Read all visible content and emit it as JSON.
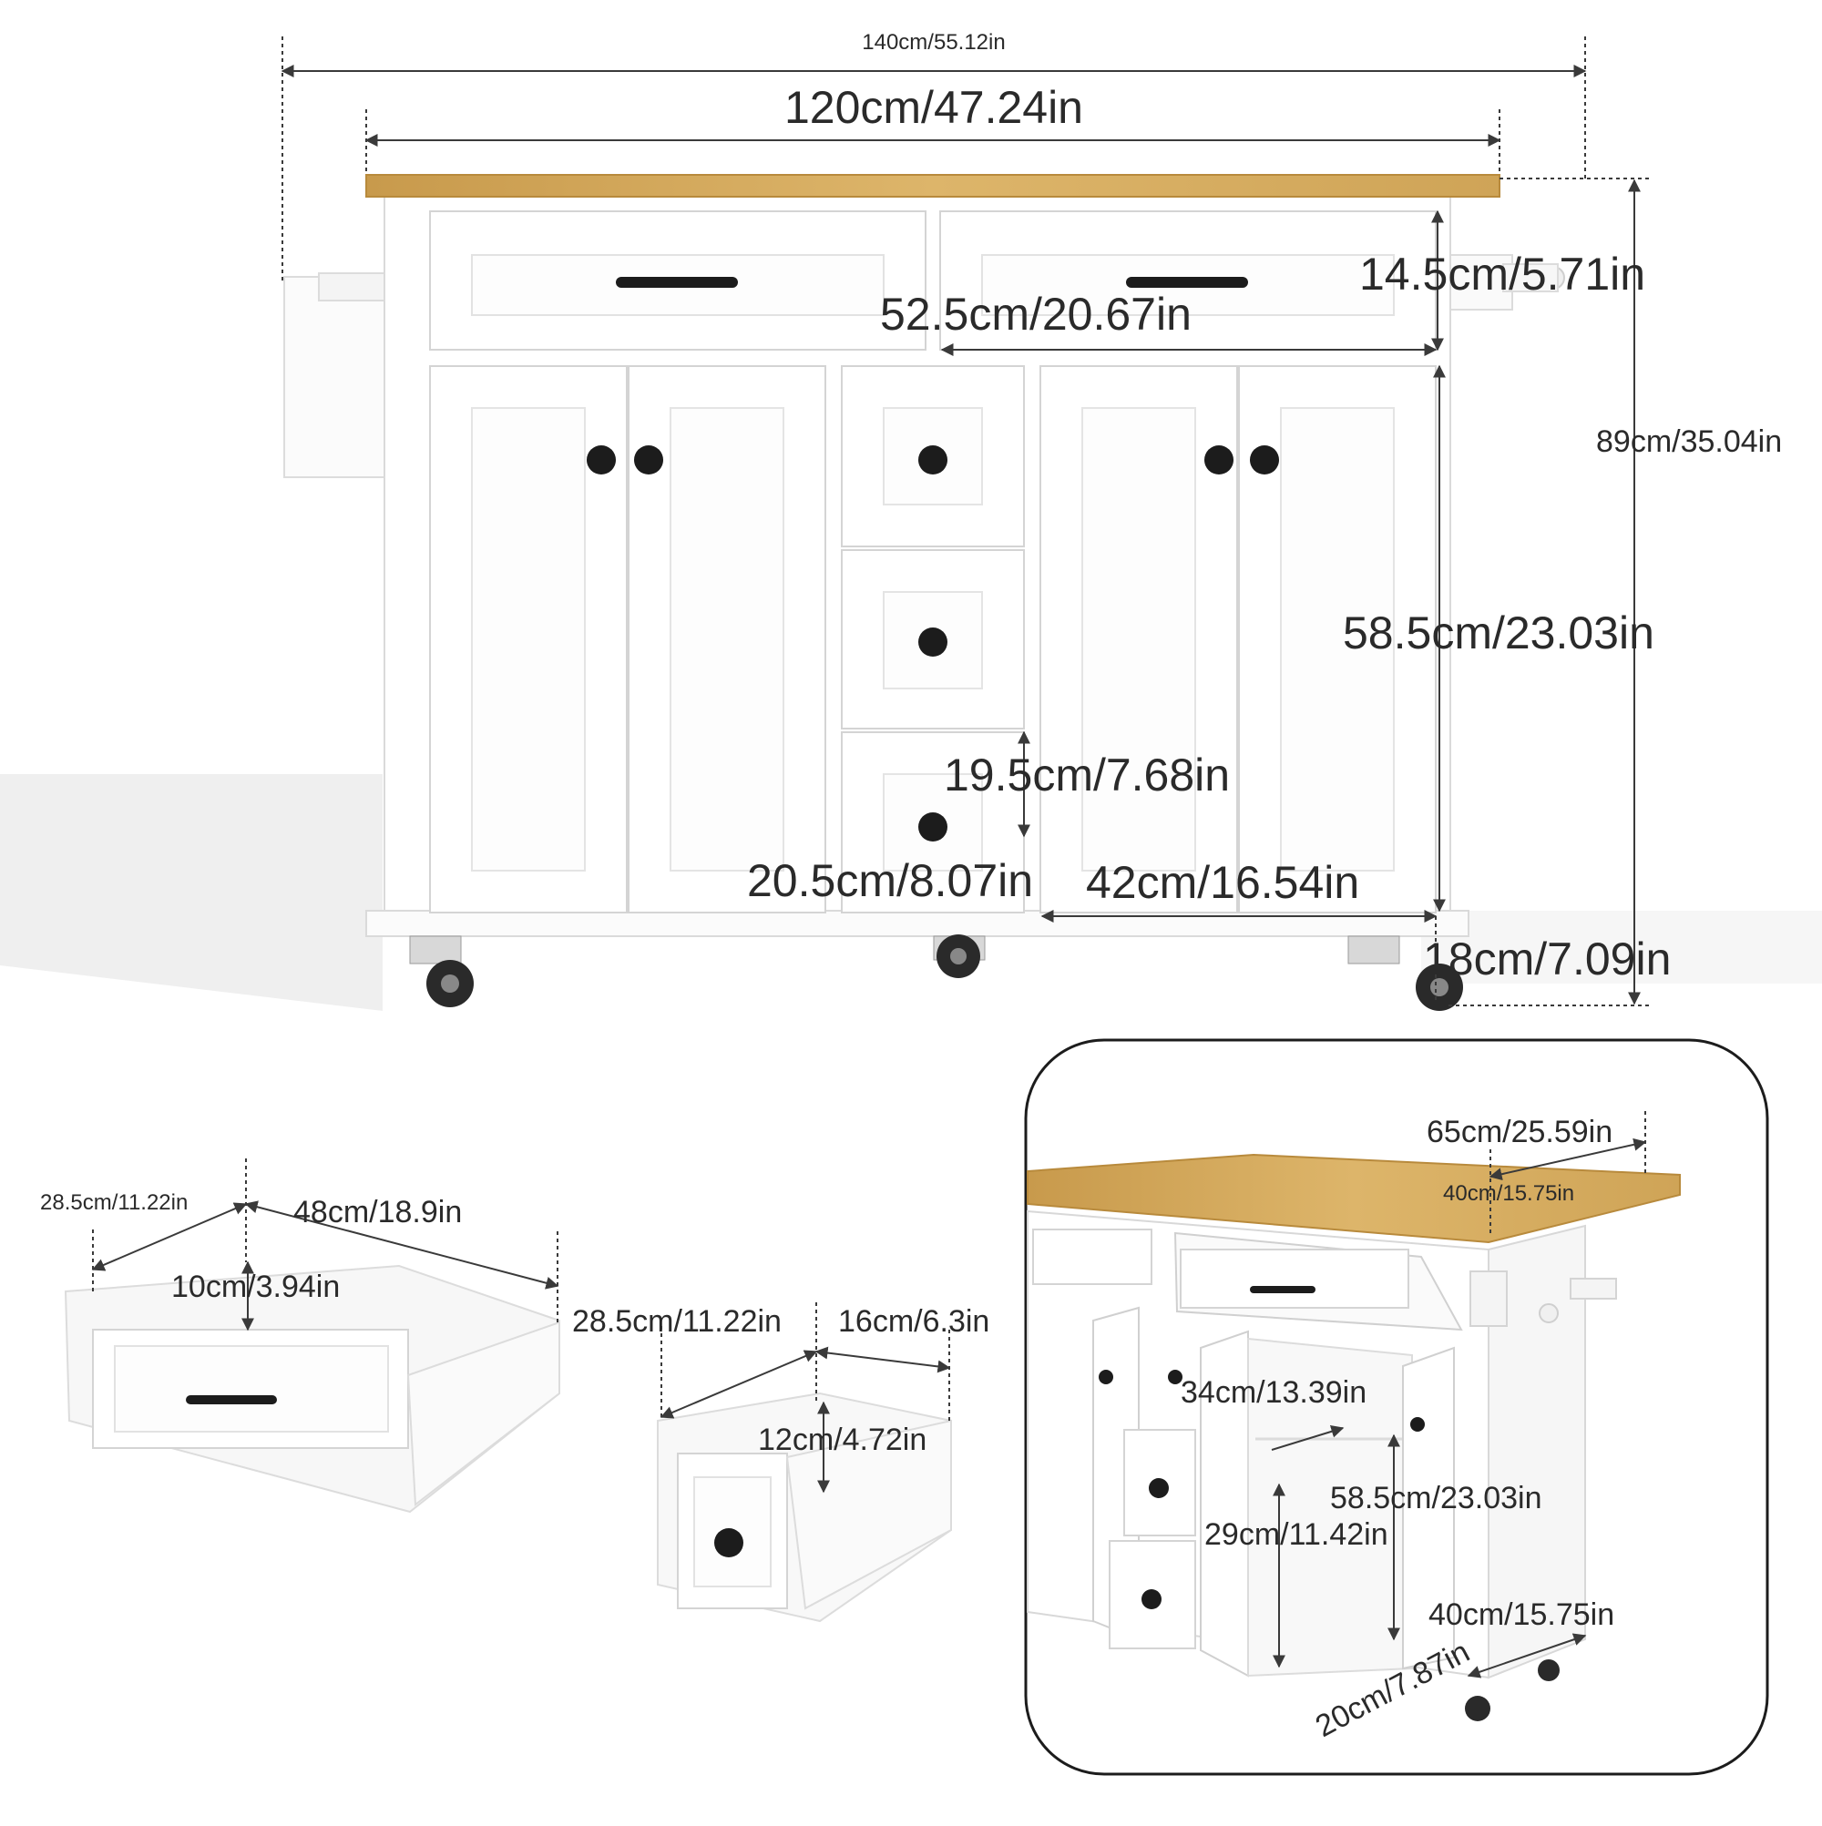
{
  "colors": {
    "cabinet": "#ffffff",
    "cabinet_edge": "#d8d8d8",
    "wood_top": "#d6ad62",
    "wood_edge": "#b88a3c",
    "hardware": "#1c1c1c",
    "dimension_line": "#3a3a3a",
    "shadow": "#eeeeee"
  },
  "icons": [
    "cabinet-icon",
    "drawer-icon",
    "caster-wheel-icon",
    "towel-rack-icon",
    "spice-rack-icon"
  ],
  "main_view": {
    "overall_width": "140cm/55.12in",
    "top_width": "120cm/47.24in",
    "drawer_height": "14.5cm/5.71in",
    "drawer_width": "52.5cm/20.67in",
    "total_height": "89cm/35.04in",
    "cabinet_height": "58.5cm/23.03in",
    "small_drawer_height": "19.5cm/7.68in",
    "small_drawer_width": "20.5cm/8.07in",
    "cabinet_width": "42cm/16.54in",
    "ground_clearance": "18cm/7.09in"
  },
  "large_drawer": {
    "depth": "28.5cm/11.22in",
    "width": "48cm/18.9in",
    "height": "10cm/3.94in"
  },
  "small_drawer": {
    "depth": "28.5cm/11.22in",
    "width": "16cm/6.3in",
    "height": "12cm/4.72in"
  },
  "inset": {
    "depth_extended": "65cm/25.59in",
    "depth": "40cm/15.75in",
    "shelf_depth": "34cm/13.39in",
    "cabinet_height": "58.5cm/23.03in",
    "shelf_height": "29cm/11.42in",
    "side_depth": "40cm/15.75in",
    "leaf": "20cm/7.87in"
  }
}
